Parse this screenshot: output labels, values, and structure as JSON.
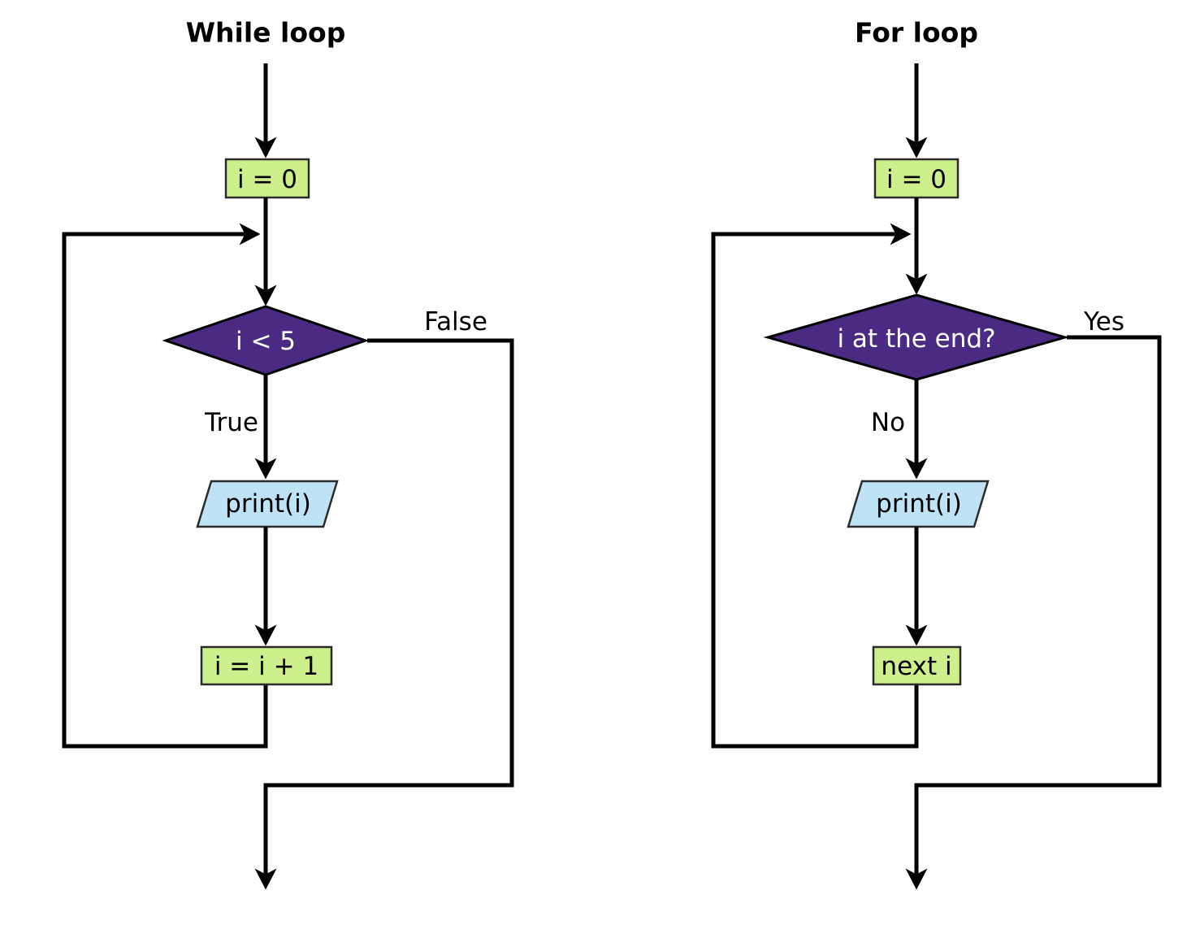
{
  "diagram": {
    "type": "flowchart",
    "background": "#ffffff",
    "palette": {
      "process_fill": "#cdf08c",
      "decision_fill": "#4a2a82",
      "io_fill": "#bde3f5",
      "stroke": "#000000",
      "decision_text": "#ffffff",
      "text": "#000000"
    }
  },
  "panels": {
    "while": {
      "title": "While loop",
      "nodes": {
        "init": "i = 0",
        "decision": "i < 5",
        "output": "print(i)",
        "increment": "i = i + 1"
      },
      "edges": {
        "true_label": "True",
        "false_label": "False"
      }
    },
    "for": {
      "title": "For loop",
      "nodes": {
        "init": "i = 0",
        "decision": "i at the end?",
        "output": "print(i)",
        "increment": "next i"
      },
      "edges": {
        "no_label": "No",
        "yes_label": "Yes"
      }
    }
  }
}
